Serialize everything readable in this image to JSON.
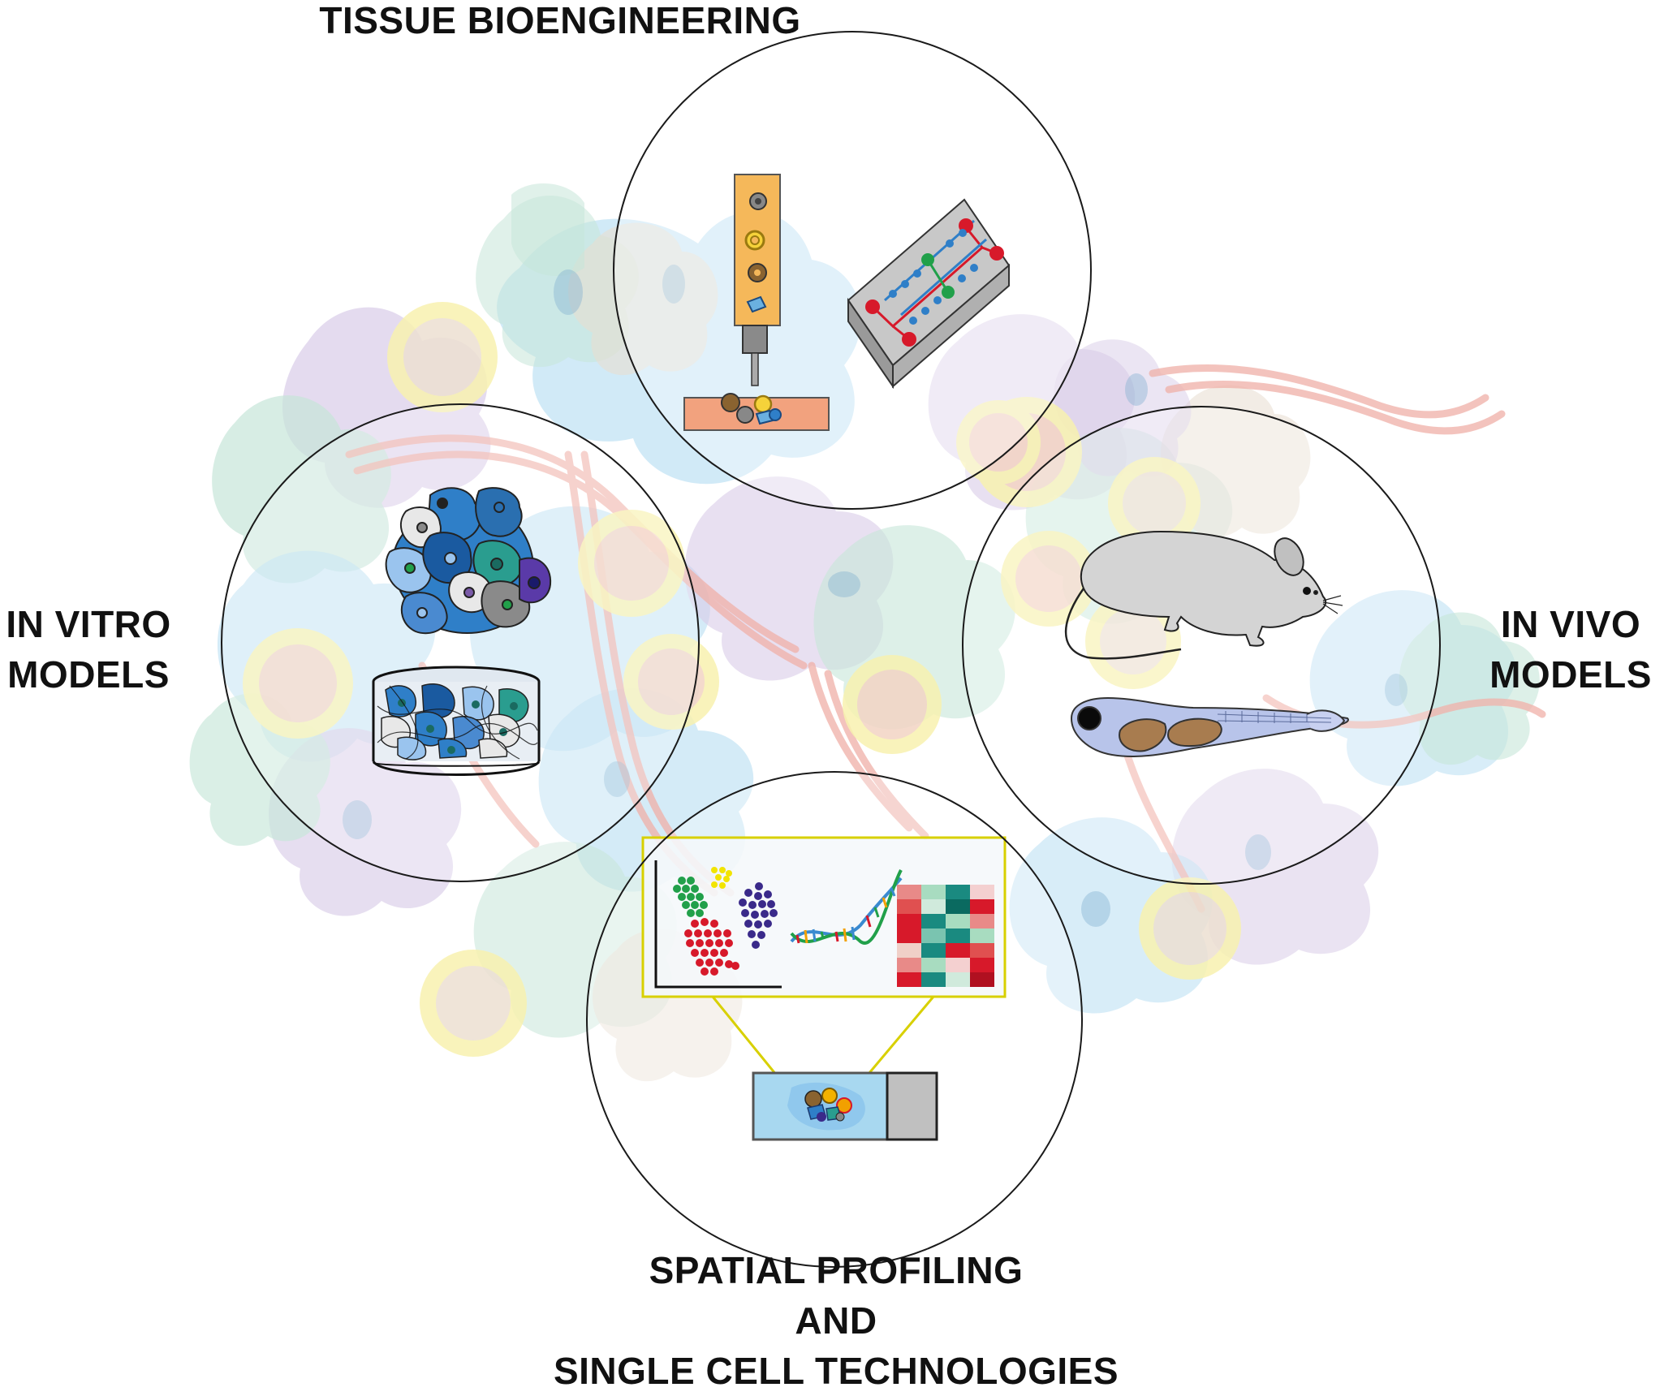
{
  "labels": {
    "tissue_bioengineering": "TISSUE BIOENGINEERING",
    "in_vitro_line1": "IN VITRO",
    "in_vitro_line2": "MODELS",
    "in_vivo_line1": "IN VIVO",
    "in_vivo_line2": "MODELS",
    "spatial_line1": "SPATIAL PROFILING",
    "spatial_line2": "AND",
    "spatial_line3": "SINGLE CELL TECHNOLOGIES"
  },
  "colors": {
    "circle_stroke": "#1a1a1a",
    "bioprinter_body": "#f5b85a",
    "substrate": "#f2a27e",
    "chip_top": "#c8c8c8",
    "cell_blue": "#2f7fc8",
    "cell_teal": "#2a9d8f",
    "mouse": "#d4d4d4",
    "zebrafish": "#b8c4ea",
    "yolk": "#a87c4f",
    "slide": "#a8d8f0",
    "highlight_box": "#d8d000",
    "cluster_green": "#21a04a",
    "cluster_yellow": "#f2e400",
    "cluster_red": "#d7192a",
    "cluster_purple": "#3a2a8a",
    "heatmap_red": "#d7192a",
    "heatmap_teal": "#1a8a80",
    "bg_blue": "#b8def2",
    "bg_purple": "#d8cce8",
    "bg_green": "#c6e6d8",
    "bg_beige": "#e8ddd0",
    "bg_yellow_ring": "#f8f2b0",
    "bg_red_fiber": "#f0b0a8"
  },
  "icons": [
    "bioprinter-icon",
    "microfluidic-chip-icon",
    "spheroid-icon",
    "hydrogel-dish-icon",
    "mouse-icon",
    "zebrafish-icon",
    "scatter-plot-icon",
    "dna-helix-icon",
    "heatmap-icon",
    "tissue-slide-icon"
  ]
}
